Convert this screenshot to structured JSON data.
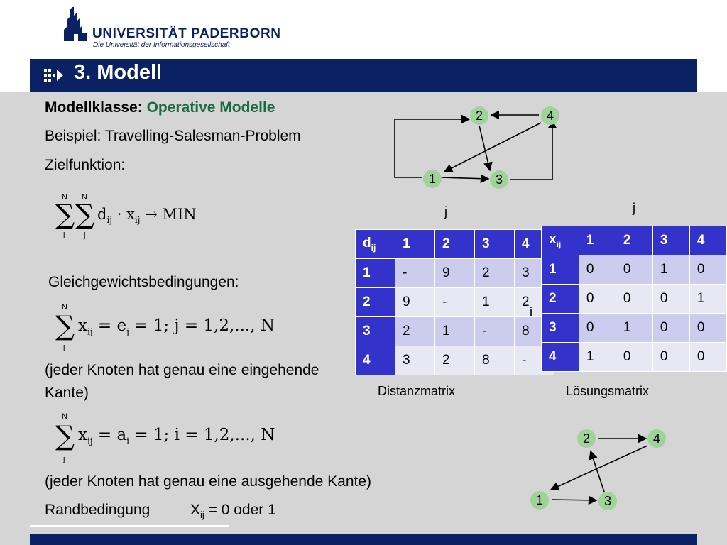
{
  "header": {
    "university": "UNIVERSITÄT PADERBORN",
    "subtitle": "Die Universität der Informationsgesellschaft",
    "title": "3. Modell"
  },
  "content": {
    "modellklasse_label": "Modellklasse:",
    "modellklasse_value": "Operative Modelle",
    "beispiel": "Beispiel: Travelling-Salesman-Problem",
    "zielfunktion": "Zielfunktion:",
    "gleichgewicht": "Gleichgewichtsbedingungen:",
    "eingehend_1": "(jeder Knoten hat genau eine eingehende",
    "eingehend_2": "Kante)",
    "ausgehend": "(jeder Knoten hat genau eine ausgehende Kante)",
    "randbedingung": "Randbedingung",
    "rand_expr_x": "X",
    "rand_expr_sub": "ij",
    "rand_expr_rest": " = 0 oder 1"
  },
  "formulas": {
    "objective": {
      "sup1": "N",
      "sup2": "N",
      "sub1": "i",
      "sub2": "j",
      "body": "d",
      "body_sub": "ij",
      "dot": "·",
      "x": "x",
      "x_sub": "ij",
      "arrow": "→",
      "min": "MIN"
    },
    "incoming": {
      "sup": "N",
      "sub": "i",
      "x": "x",
      "x_sub": "ij",
      "mid": "= e",
      "e_sub": "j",
      "rest": "= 1; j = 1,2,..., N"
    },
    "outgoing": {
      "sup": "N",
      "sub": "j",
      "x": "x",
      "x_sub": "ij",
      "mid": "= a",
      "a_sub": "i",
      "rest": "= 1; i = 1,2,..., N"
    }
  },
  "distance_matrix": {
    "header_symbol": "d",
    "header_sub": "ij",
    "col_axis": "j",
    "columns": [
      "1",
      "2",
      "3",
      "4"
    ],
    "rows": [
      {
        "label": "1",
        "cells": [
          "-",
          "9",
          "2",
          "3"
        ]
      },
      {
        "label": "2",
        "cells": [
          "9",
          "-",
          "1",
          "2"
        ]
      },
      {
        "label": "3",
        "cells": [
          "2",
          "1",
          "-",
          "8"
        ]
      },
      {
        "label": "4",
        "cells": [
          "3",
          "2",
          "8",
          "-"
        ]
      }
    ],
    "caption": "Distanzmatrix"
  },
  "solution_matrix": {
    "header_symbol": "x",
    "header_sub": "ij",
    "col_axis": "j",
    "row_axis": "i",
    "columns": [
      "1",
      "2",
      "3",
      "4"
    ],
    "rows": [
      {
        "label": "1",
        "cells": [
          "0",
          "0",
          "1",
          "0"
        ]
      },
      {
        "label": "2",
        "cells": [
          "0",
          "0",
          "0",
          "1"
        ]
      },
      {
        "label": "3",
        "cells": [
          "0",
          "1",
          "0",
          "0"
        ]
      },
      {
        "label": "4",
        "cells": [
          "1",
          "0",
          "0",
          "0"
        ]
      }
    ],
    "caption": "Lösungsmatrix"
  },
  "graph_top": {
    "nodes": [
      "1",
      "2",
      "3",
      "4"
    ]
  },
  "graph_bottom": {
    "nodes": [
      "1",
      "2",
      "3",
      "4"
    ]
  },
  "colors": {
    "navy": "#0a2263",
    "green_text": "#1b6b46",
    "node": "#9fd39a",
    "table_header": "#3333cc"
  }
}
